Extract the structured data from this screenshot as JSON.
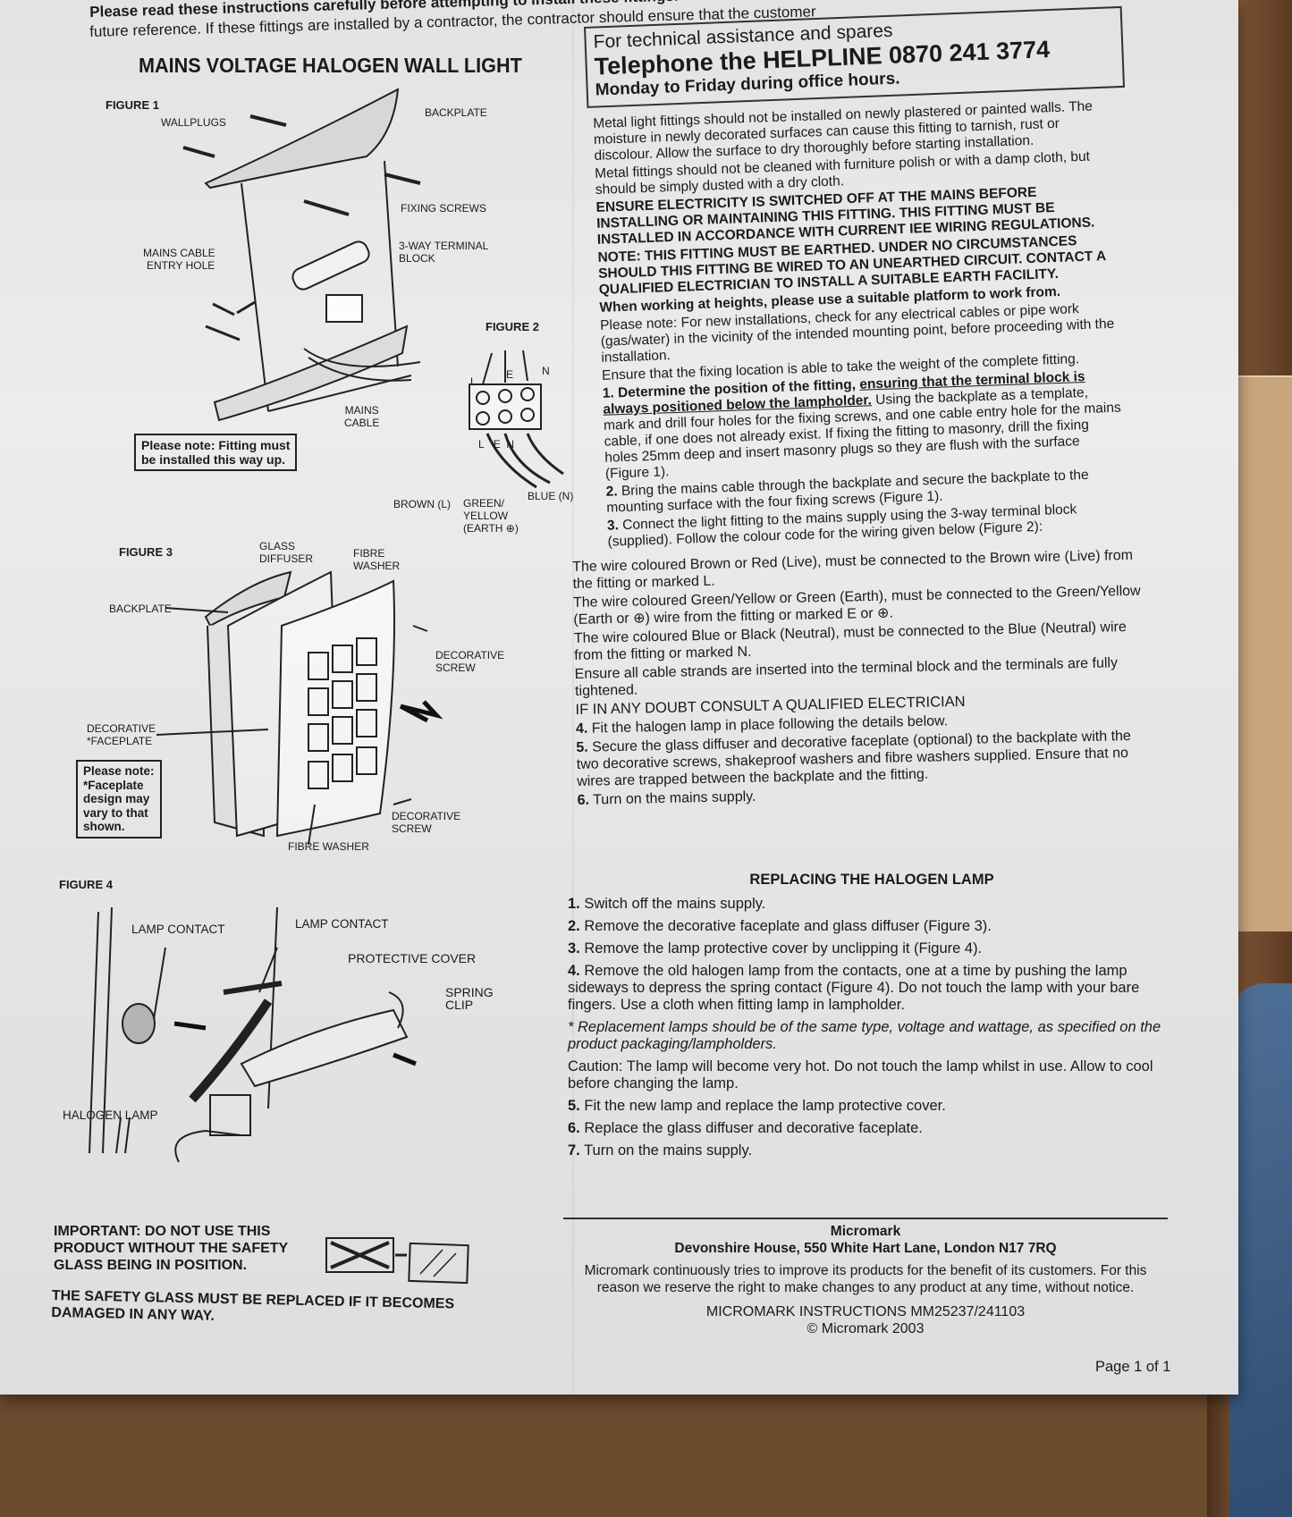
{
  "header": {
    "line1": "Please read these instructions carefully before attempting to install these fittings.",
    "line2": "future reference. If these fittings are installed by a contractor, the contractor should ensure that the customer"
  },
  "title": "MAINS VOLTAGE HALOGEN WALL LIGHT",
  "figure1": {
    "label": "FIGURE 1",
    "wallplugs": "WALLPLUGS",
    "backplate": "BACKPLATE",
    "fixing_screws": "FIXING SCREWS",
    "mains_entry": [
      "MAINS CABLE",
      "ENTRY HOLE"
    ],
    "terminal": [
      "3-WAY TERMINAL",
      "BLOCK"
    ],
    "mains_cable": [
      "MAINS",
      "CABLE"
    ],
    "note": [
      "Please note: Fitting must",
      "be installed this way up."
    ]
  },
  "figure2": {
    "label": "FIGURE 2",
    "l": "L",
    "e": "E",
    "n": "N",
    "brown": "BROWN (L)",
    "green": [
      "GREEN/",
      "YELLOW",
      "(EARTH ⊕)"
    ],
    "blue": "BLUE (N)"
  },
  "figure3": {
    "label": "FIGURE 3",
    "glass_diffuser": [
      "GLASS",
      "DIFFUSER"
    ],
    "fibre_washer_top": [
      "FIBRE",
      "WASHER"
    ],
    "backplate": "BACKPLATE",
    "decorative_screw": [
      "DECORATIVE",
      "SCREW"
    ],
    "decorative_faceplate": [
      "DECORATIVE",
      "*FACEPLATE"
    ],
    "note": [
      "Please note:",
      "*Faceplate",
      "design may",
      "vary to that",
      "shown."
    ],
    "fibre_washer_bottom": "FIBRE WASHER"
  },
  "figure4": {
    "label": "FIGURE 4",
    "lamp_contact_left": "LAMP CONTACT",
    "lamp_contact_right": "LAMP CONTACT",
    "protective_cover": "PROTECTIVE COVER",
    "spring_clip": [
      "SPRING",
      "CLIP"
    ],
    "halogen_lamp": "HALOGEN LAMP"
  },
  "helpline": {
    "line1": "For technical assistance and spares",
    "line2": "Telephone the HELPLINE 0870 241 3774",
    "line3": "Monday to Friday during office hours."
  },
  "warnings": {
    "p1": "Metal light fittings should not be installed on newly plastered or painted walls. The moisture in newly decorated surfaces can cause this fitting to tarnish, rust or discolour. Allow the surface to dry thoroughly before starting installation.",
    "p2": "Metal fittings should not be cleaned with furniture polish or with a damp cloth, but should be simply dusted with a dry cloth.",
    "p3": "ENSURE ELECTRICITY IS SWITCHED OFF AT THE MAINS BEFORE INSTALLING OR MAINTAINING THIS FITTING. THIS FITTING MUST BE INSTALLED IN ACCORDANCE WITH CURRENT IEE WIRING REGULATIONS.",
    "p4": "NOTE: THIS FITTING MUST BE EARTHED. UNDER NO CIRCUMSTANCES SHOULD THIS FITTING BE WIRED TO AN UNEARTHED CIRCUIT. CONTACT A QUALIFIED ELECTRICIAN TO INSTALL A SUITABLE EARTH FACILITY.",
    "p5": "When working at heights, please use a suitable platform to work from.",
    "p6": "Please note: For new installations, check for any electrical cables or pipe work (gas/water) in the vicinity of the intended mounting point, before proceeding with the installation.",
    "p7": "Ensure that the fixing location is able to take the weight of the complete fitting."
  },
  "steps": {
    "s1_num": "1.",
    "s1_bold": "Determine the position of the fitting,",
    "s1_underline": "ensuring that the terminal block is always positioned below the lampholder.",
    "s1_rest": "Using the backplate as a template, mark and drill four holes for the fixing screws, and one cable entry hole for the mains cable, if one does not already exist. If fixing the fitting to masonry, drill the fixing holes 25mm deep and insert masonry plugs so they are flush with the surface (Figure 1).",
    "s2_num": "2.",
    "s2": "Bring the mains cable through the backplate and secure the backplate to the mounting surface with the four fixing screws (Figure 1).",
    "s3_num": "3.",
    "s3": "Connect the light fitting to the mains supply using the 3-way terminal block (supplied). Follow the colour code for the wiring given below (Figure 2):",
    "w1": "The wire coloured Brown or Red (Live), must be connected to the Brown wire (Live) from the fitting or marked L.",
    "w2": "The wire coloured Green/Yellow or Green (Earth), must be connected to the Green/Yellow (Earth or ⊕) wire from the fitting or marked E or ⊕.",
    "w3": "The wire coloured Blue or Black (Neutral), must be connected to the Blue (Neutral) wire from the fitting or marked N.",
    "w4": "Ensure all cable strands are inserted into the terminal block and the terminals are fully tightened.",
    "doubt": "IF IN ANY DOUBT CONSULT A QUALIFIED ELECTRICIAN",
    "s4_num": "4.",
    "s4": "Fit the halogen lamp in place following the details below.",
    "s5_num": "5.",
    "s5": "Secure the glass diffuser and decorative faceplate (optional) to the backplate with the two decorative screws, shakeproof washers and fibre washers supplied. Ensure that no wires are trapped between the backplate and the fitting.",
    "s6_num": "6.",
    "s6": "Turn on the mains supply."
  },
  "replacing": {
    "title": "REPLACING THE HALOGEN LAMP",
    "r1_num": "1.",
    "r1": "Switch off the mains supply.",
    "r2_num": "2.",
    "r2": "Remove the decorative faceplate and glass diffuser (Figure 3).",
    "r3_num": "3.",
    "r3": "Remove the lamp protective cover by unclipping it (Figure 4).",
    "r4_num": "4.",
    "r4": "Remove the old halogen lamp from the contacts, one at a time by pushing the lamp sideways to depress the spring contact (Figure 4).",
    "r4_bold": "Do not touch the lamp with your bare fingers. Use a cloth when fitting lamp in lampholder.",
    "replacement_note": "* Replacement lamps should be of the same type, voltage and wattage, as specified on the product packaging/lampholders.",
    "caution": "Caution: The lamp will become very hot. Do not touch the lamp whilst in use. Allow to cool before changing the lamp.",
    "r5_num": "5.",
    "r5": "Fit the new lamp and replace the lamp protective cover.",
    "r6_num": "6.",
    "r6": "Replace the glass diffuser and decorative faceplate.",
    "r7_num": "7.",
    "r7": "Turn on the mains supply."
  },
  "important": {
    "lines": [
      "IMPORTANT: DO NOT USE THIS",
      "PRODUCT WITHOUT THE SAFETY",
      "GLASS BEING IN POSITION."
    ],
    "safety": [
      "THE SAFETY GLASS MUST BE REPLACED IF IT BECOMES",
      "DAMAGED IN ANY WAY."
    ]
  },
  "footer": {
    "company": "Micromark",
    "address": "Devonshire House, 550 White Hart Lane, London N17 7RQ",
    "policy": "Micromark continuously tries to improve its products for the benefit of its customers. For this reason we reserve the right to make changes to any product at any time, without notice.",
    "ref": "MICROMARK INSTRUCTIONS MM25237/241103",
    "copyright": "© Micromark 2003",
    "page": "Page 1 of 1"
  }
}
